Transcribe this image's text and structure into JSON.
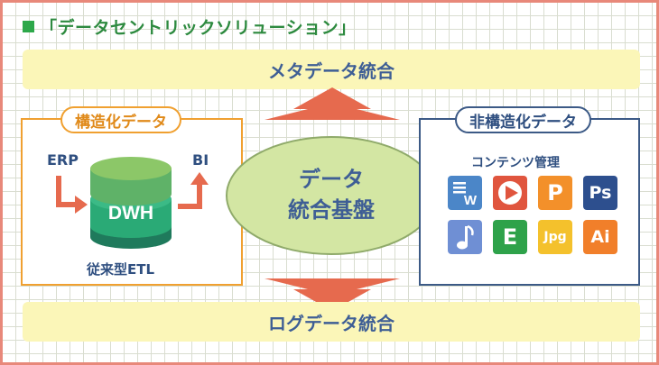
{
  "title": "「データセントリックソリューション」",
  "band_top": "メタデータ統合",
  "band_bottom": "ログデータ統合",
  "structured": {
    "badge": "構造化データ",
    "erp": "ERP",
    "bi": "BI",
    "dwh": "DWH",
    "etl": "従来型ETL"
  },
  "center": {
    "line1": "データ",
    "line2": "統合基盤"
  },
  "unstructured": {
    "badge": "非構造化データ",
    "contents_label": "コンテンツ管理",
    "icons": [
      {
        "name": "word-icon",
        "label": "W",
        "color": "#4b86c8"
      },
      {
        "name": "video-play-icon",
        "label": "",
        "color": "#e0553e"
      },
      {
        "name": "powerpoint-icon",
        "label": "P",
        "color": "#f3902a"
      },
      {
        "name": "photoshop-icon",
        "label": "Ps",
        "color": "#2d4f8e"
      },
      {
        "name": "music-note-icon",
        "label": "",
        "color": "#6f8fd4"
      },
      {
        "name": "excel-icon",
        "label": "E",
        "color": "#2ea24a"
      },
      {
        "name": "jpg-icon",
        "label": "Jpg",
        "color": "#f4c12c"
      },
      {
        "name": "illustrator-icon",
        "label": "Ai",
        "color": "#f17f2a"
      }
    ]
  },
  "colors": {
    "band": "#fbf6b8",
    "arrow": "#e66a4e",
    "ellipse": "#d3e6a3",
    "structured_border": "#f0a030",
    "unstructured_border": "#3c5a86",
    "text_blue": "#3e5e95",
    "title_green": "#2d8a3f"
  }
}
